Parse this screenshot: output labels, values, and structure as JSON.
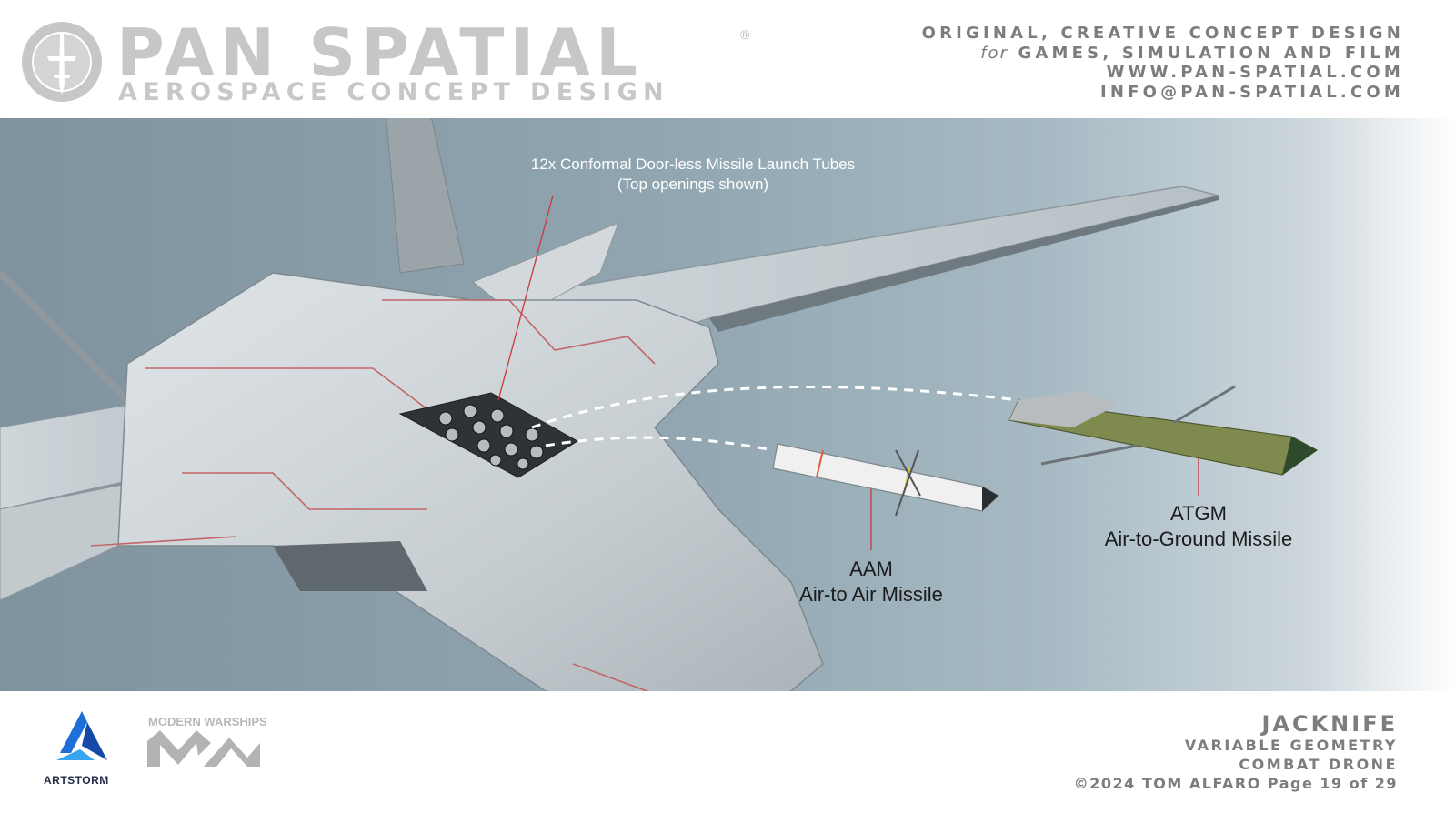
{
  "header": {
    "brand_name": "PAN SPATIAL",
    "registered_mark": "®",
    "brand_tagline": "AEROSPACE CONCEPT DESIGN",
    "right_lines": {
      "line1": "ORIGINAL, CREATIVE CONCEPT DESIGN",
      "line2_prefix": "for",
      "line2_rest": "GAMES, SIMULATION AND FILM",
      "line3": "WWW.PAN-SPATIAL.COM",
      "line4": "INFO@PAN-SPATIAL.COM"
    }
  },
  "callouts": {
    "launch_tubes_line1": "12x Conformal Door-less Missile Launch Tubes",
    "launch_tubes_line2": "(Top openings shown)",
    "aam_line1": "AAM",
    "aam_line2": "Air-to Air Missile",
    "atgm_line1": "ATGM",
    "atgm_line2": "Air-to-Ground Missile"
  },
  "footer": {
    "artstorm_label": "ARTSTORM",
    "modern_warships_label": "MODERN WARSHIPS",
    "title": "JACKNIFE",
    "subtitle1": "VARIABLE GEOMETRY",
    "subtitle2": "COMBAT DRONE",
    "copyright": "©2024 TOM ALFARO Page 19 of 29"
  },
  "colors": {
    "header_text": "#7d7d7d",
    "logo_gray": "#c7c7c7",
    "scene_left": "#7f939e",
    "aircraft_body": "#c9d0d4",
    "panel_lines": "#c2666a",
    "atgm_green": "#7e8a4e",
    "artstorm_blue": "#1e6fd9"
  },
  "icons": [
    "pan-spatial-seal-icon",
    "artstorm-logo-icon",
    "modern-warships-logo-icon"
  ]
}
